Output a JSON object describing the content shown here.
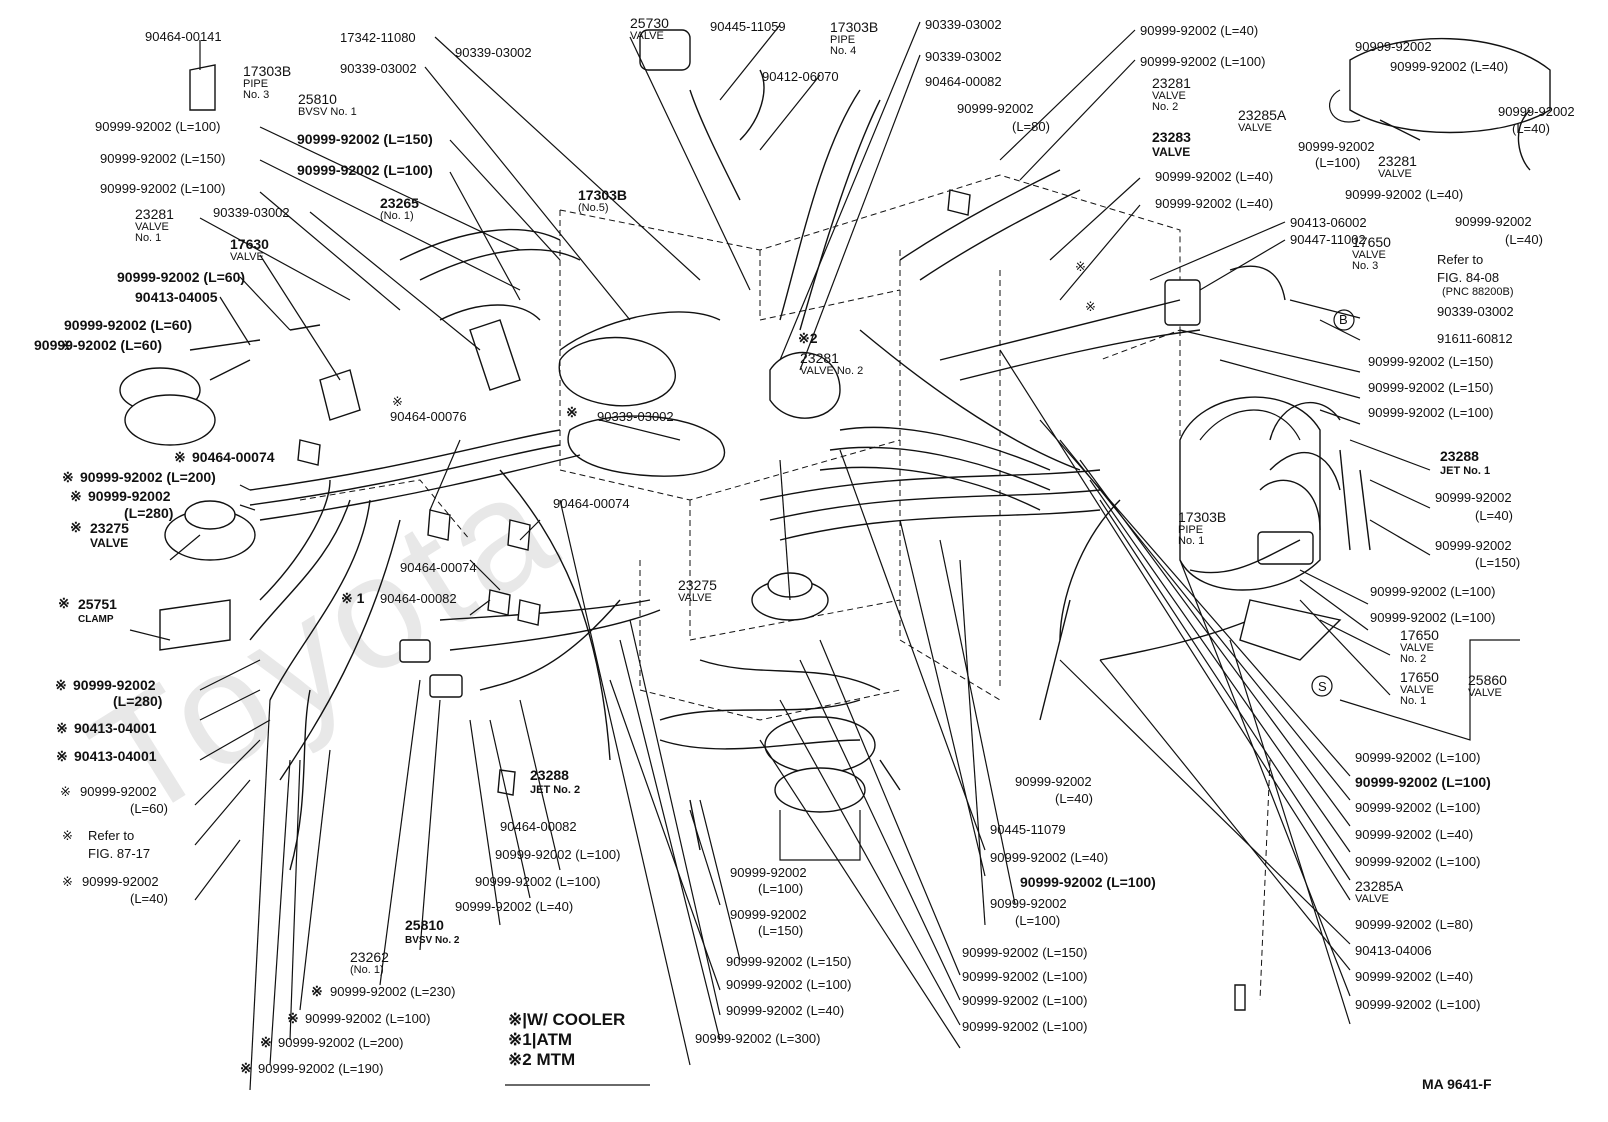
{
  "diagram_code": "MA 9641-F",
  "watermark": "Toyota",
  "legend": [
    {
      "mark": "※",
      "text": "W/ COOLER"
    },
    {
      "mark": "※1",
      "text": "ATM"
    },
    {
      "mark": "※2",
      "text": "MTM"
    }
  ],
  "labels": {
    "l1": "90464-00141",
    "l2": "17342-11080",
    "l3": "90339-03002",
    "l4": "90339-03002",
    "l5": "90445-11059",
    "l6": "90412-06070",
    "l7": "90339-03002",
    "l8": "90339-03002",
    "l9": "90464-00082",
    "l10": "90999-92002 (L=40)",
    "l11": "90999-92002 (L=100)",
    "l12": "90999-92002",
    "l13": "90999-92002 (L=40)",
    "l14": "90999-92002 (L=100)",
    "l15": "90999-92002 (L=150)",
    "l16": "90999-92002 (L=100)",
    "l17": "90999-92002 (L=150)",
    "l18": "90999-92002 (L=100)",
    "l19": "90339-03002",
    "l20": "90999-92002 (L=60)",
    "l21": "90413-04005",
    "l22": "90999-92002 (L=60)",
    "l23": "90999-92002 (L=60)",
    "l24": "90999-92002 (L=40)",
    "l25": "90999-92002 (L=40)",
    "l26": "90999-92002 (L=40)",
    "l27": "90413-06002",
    "l28": "90447-11002",
    "l29": "90339-03002",
    "l30": "91611-60812",
    "l31": "90999-92002 (L=150)",
    "l32": "90999-92002 (L=150)",
    "l33": "90999-92002 (L=100)",
    "l34": "90464-00076",
    "l35": "90339-03002",
    "l36": "90464-00074",
    "l37": "90999-92002 (L=200)",
    "l38": "90999-92002",
    "l39": "(L=280)",
    "l40": "90464-00074",
    "l41": "90464-00074",
    "l42": "90464-00082",
    "l43": "90999-92002",
    "l44": "(L=280)",
    "l45": "90413-04001",
    "l46": "90413-04001",
    "l47": "90999-92002",
    "l48": "(L=60)",
    "l49": "Refer to",
    "l50": "FIG. 87-17",
    "l51": "90999-92002",
    "l52": "(L=40)",
    "l53": "90464-00082",
    "l54": "90999-92002 (L=100)",
    "l55": "90999-92002 (L=100)",
    "l56": "90999-92002 (L=40)",
    "l57": "90999-92002 (L=230)",
    "l58": "90999-92002 (L=100)",
    "l59": "90999-92002 (L=200)",
    "l60": "90999-92002 (L=190)",
    "l61": "90999-92002",
    "l62": "(L=100)",
    "l63": "90999-92002",
    "l64": "(L=150)",
    "l65": "90999-92002 (L=150)",
    "l66": "90999-92002 (L=100)",
    "l67": "90999-92002 (L=40)",
    "l68": "90999-92002 (L=300)",
    "l69": "90999-92002",
    "l70": "(L=40)",
    "l71": "90445-11079",
    "l72": "90999-92002 (L=40)",
    "l73": "90999-92002 (L=100)",
    "l74": "90999-92002",
    "l75": "(L=100)",
    "l76": "90999-92002 (L=150)",
    "l77": "90999-92002 (L=100)",
    "l78": "90999-92002 (L=100)",
    "l79": "90999-92002 (L=100)",
    "l80": "90999-92002",
    "l81": "(L=40)",
    "l82": "90999-92002",
    "l83": "(L=150)",
    "l84": "90999-92002 (L=100)",
    "l85": "90999-92002 (L=100)",
    "l86": "90999-92002 (L=100)",
    "l87": "90999-92002 (L=100)",
    "l88": "90999-92002 (L=100)",
    "l89": "90999-92002 (L=40)",
    "l90": "90999-92002 (L=100)",
    "l91": "90999-92002 (L=80)",
    "l92": "90413-04006",
    "l93": "90999-92002 (L=40)",
    "l94": "90999-92002 (L=100)",
    "l95": "90999-92002",
    "l96": "(L=80)",
    "l97": "90999-92002",
    "l98": "(L=100)",
    "l99": "90999-92002",
    "l100": "(L=40)",
    "l101": "Refer to",
    "l102": "FIG. 84-08",
    "l103": "(PNC 88200B)",
    "l104": "90999-92002",
    "l105": "(L=40)"
  },
  "parts": {
    "p1": {
      "num": "17303B",
      "name": "PIPE",
      "sub": "No. 3"
    },
    "p2": {
      "num": "25810",
      "name": "BVSV No. 1"
    },
    "p3": {
      "num": "25730",
      "name": "VALVE"
    },
    "p4": {
      "num": "17303B",
      "name": "PIPE",
      "sub": "No. 4"
    },
    "p5": {
      "num": "23265",
      "name": "(No. 1)"
    },
    "p6": {
      "num": "17303B",
      "name": "(No.5)"
    },
    "p7": {
      "num": "23281",
      "name": "VALVE",
      "sub": "No. 1"
    },
    "p8": {
      "num": "17630",
      "name": "VALVE"
    },
    "p9": {
      "num": "23281",
      "name": "VALVE",
      "sub": "No. 2"
    },
    "p10": {
      "num": "23285A",
      "name": "VALVE"
    },
    "p11": {
      "num": "23283",
      "name": "VALVE"
    },
    "p12": {
      "num": "23281",
      "name": "VALVE"
    },
    "p13": {
      "num": "17650",
      "name": "VALVE",
      "sub": "No. 3"
    },
    "p14": {
      "num": "23281",
      "name": "VALVE No. 2"
    },
    "p15": {
      "num": "23275",
      "name": "VALVE"
    },
    "p16": {
      "num": "25751",
      "name": "CLAMP"
    },
    "p17": {
      "num": "23275",
      "name": "VALVE"
    },
    "p18": {
      "num": "23288",
      "name": "JET No. 1"
    },
    "p19": {
      "num": "17303B",
      "name": "PIPE",
      "sub": "No. 1"
    },
    "p20": {
      "num": "17650",
      "name": "VALVE",
      "sub": "No. 2"
    },
    "p21": {
      "num": "17650",
      "name": "VALVE",
      "sub": "No. 1"
    },
    "p22": {
      "num": "25860",
      "name": "VALVE"
    },
    "p23": {
      "num": "23288",
      "name": "JET No. 2"
    },
    "p24": {
      "num": "25810",
      "name": "BVSV No. 2"
    },
    "p25": {
      "num": "23262",
      "name": "(No. 1)"
    },
    "p26": {
      "num": "23285A",
      "name": "VALVE"
    }
  },
  "markers": {
    "s2a": "※2",
    "s1a": "※",
    "s1b": "※",
    "circleB": "B",
    "circleS": "S",
    "mk1": "※",
    "mk2": "※",
    "mk3": "※",
    "mk4": "※",
    "mk5": "※",
    "mk6": "※",
    "mk7": "※",
    "mk8": "※",
    "mk9": "※",
    "mk10": "※",
    "mk11": "※",
    "mk12": "※",
    "mk13": "※ 1",
    "mk14": "※",
    "mk15": "※",
    "mk16": "※",
    "mk17": "※",
    "mk18": "※",
    "mk19": "※"
  }
}
